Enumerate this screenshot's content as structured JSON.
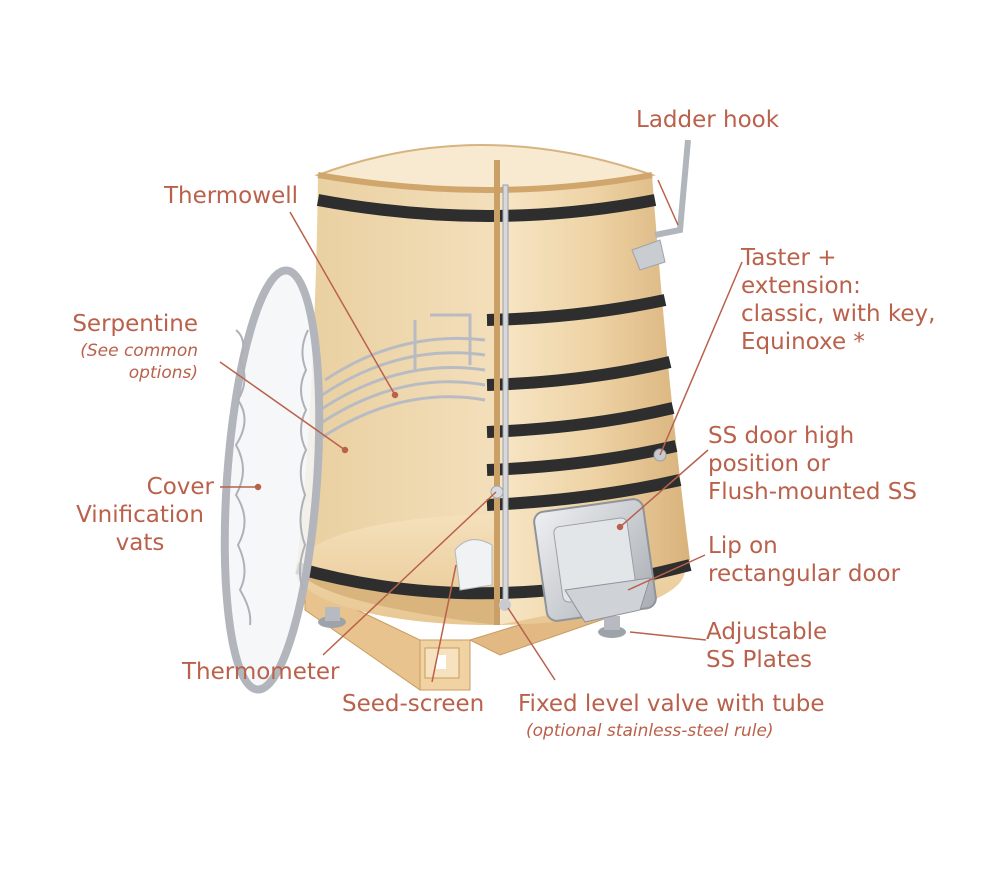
{
  "colors": {
    "label": "#b9614b",
    "wood_light": "#f2dcb5",
    "wood_mid": "#e7c692",
    "wood_dark": "#d1a56b",
    "hoop": "#2c2c2c",
    "steel": "#c9ccd0"
  },
  "labels": {
    "ladder_hook": "Ladder hook",
    "thermowell": "Thermowell",
    "taster": [
      "Taster +",
      "extension:",
      "classic, with key,",
      "Equinoxe *"
    ],
    "serpentine": "Serpentine",
    "serpentine_note": [
      "(See common",
      "options)"
    ],
    "ss_door": [
      "SS door high",
      "position or",
      "Flush-mounted SS"
    ],
    "cover": [
      "Cover",
      "Vinification",
      "vats"
    ],
    "lip": [
      "Lip on",
      "rectangular door"
    ],
    "plates": [
      "Adjustable",
      "SS Plates"
    ],
    "thermometer": "Thermometer",
    "seed_screen": "Seed-screen",
    "valve": "Fixed level valve with tube",
    "valve_note": "(optional stainless-steel rule)"
  }
}
